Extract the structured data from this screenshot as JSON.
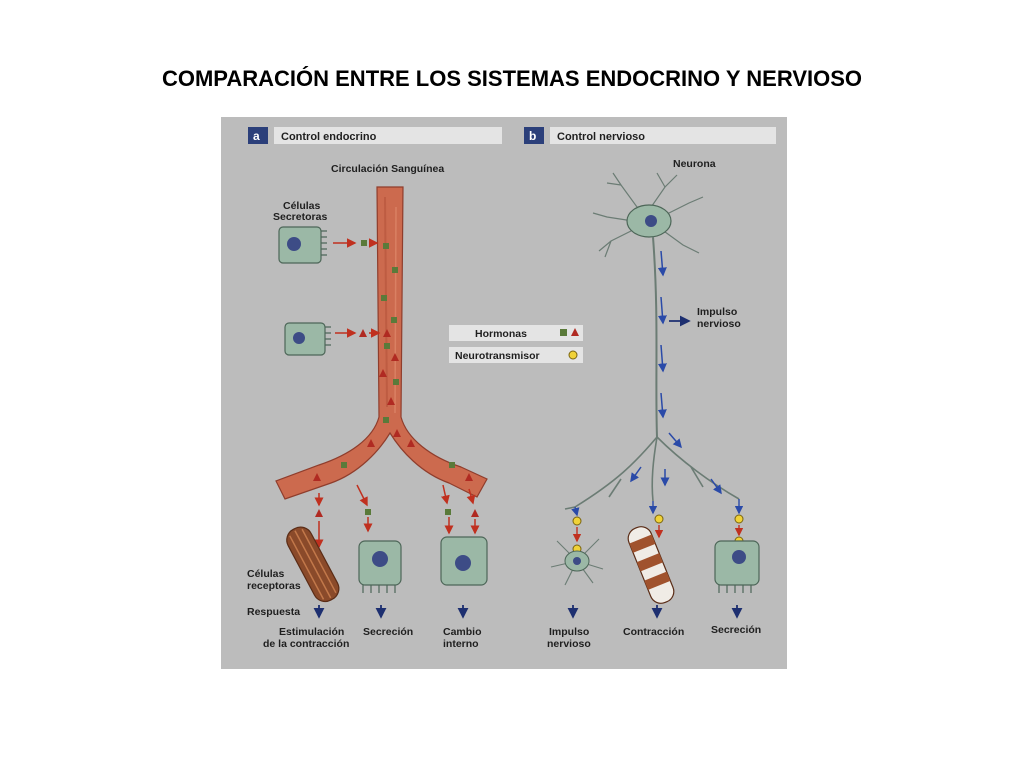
{
  "title": "COMPARACIÓN ENTRE LOS SISTEMAS ENDOCRINO Y NERVIOSO",
  "panel_a": {
    "letter": "a",
    "header": "Control endocrino",
    "blood_label": "Circulación Sanguínea",
    "secretory_cells_label": [
      "Células",
      "Secretoras"
    ],
    "receptor_cells_label": [
      "Células",
      "receptoras"
    ],
    "response_label": "Respuesta",
    "responses": [
      {
        "lines": [
          "Estimulación",
          "de la contracción"
        ]
      },
      {
        "lines": [
          "Secreción"
        ]
      },
      {
        "lines": [
          "Cambio",
          "interno"
        ]
      }
    ]
  },
  "legend": {
    "hormones": "Hormonas",
    "neurotransmitter": "Neurotransmisor"
  },
  "panel_b": {
    "letter": "b",
    "header": "Control nervioso",
    "neuron_label": "Neurona",
    "impulse_label": [
      "Impulso",
      "nervioso"
    ],
    "responses": [
      {
        "lines": [
          "Impulso",
          "nervioso"
        ]
      },
      {
        "lines": [
          "Contracción"
        ]
      },
      {
        "lines": [
          "Secreción"
        ]
      }
    ]
  },
  "colors": {
    "panel_bg": "#bcbcbc",
    "header_bg": "#e4e4e4",
    "letter_bg": "#2b3f7a",
    "vessel": "#cc6a4e",
    "hormone_square": "#5a7a3a",
    "hormone_triangle": "#b02a22",
    "neurotransmitter": "#f0d238",
    "nerve_arrow": "#2a4aa8",
    "endocrine_arrow": "#c0301f",
    "cell": "#9bb8a6",
    "nucleus": "#3d4c86"
  }
}
